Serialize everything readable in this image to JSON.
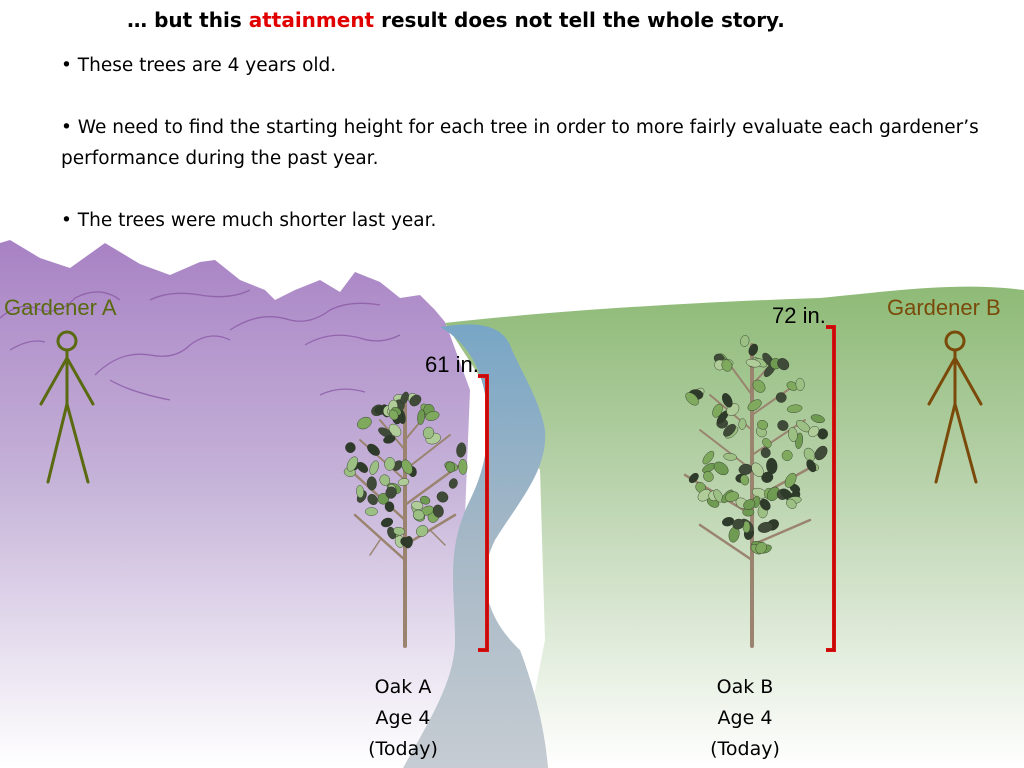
{
  "title": {
    "prefix": "… but this ",
    "highlight": "attainment",
    "suffix": " result does not tell the whole story."
  },
  "bullets": [
    "• These trees are 4 years old.",
    "• We need to find the starting height for each tree in order to more fairly evaluate each gardener’s performance during the past year.",
    "• The trees were much shorter last year."
  ],
  "gardeners": {
    "a": "Gardener A",
    "b": "Gardener B"
  },
  "heights": {
    "a": "61 in.",
    "b": "72 in."
  },
  "trees": {
    "a": {
      "name": "Oak A",
      "age": "Age 4",
      "when": "(Today)"
    },
    "b": {
      "name": "Oak B",
      "age": "Age 4",
      "when": "(Today)"
    }
  },
  "colors": {
    "highlight": "#e00000",
    "bracket": "#e01010",
    "mountains": "#a982c4",
    "grass": "#8fba78",
    "river": "#7fa6c4",
    "gardener_a": "#5a6a10",
    "gardener_b": "#7a4a0a"
  }
}
